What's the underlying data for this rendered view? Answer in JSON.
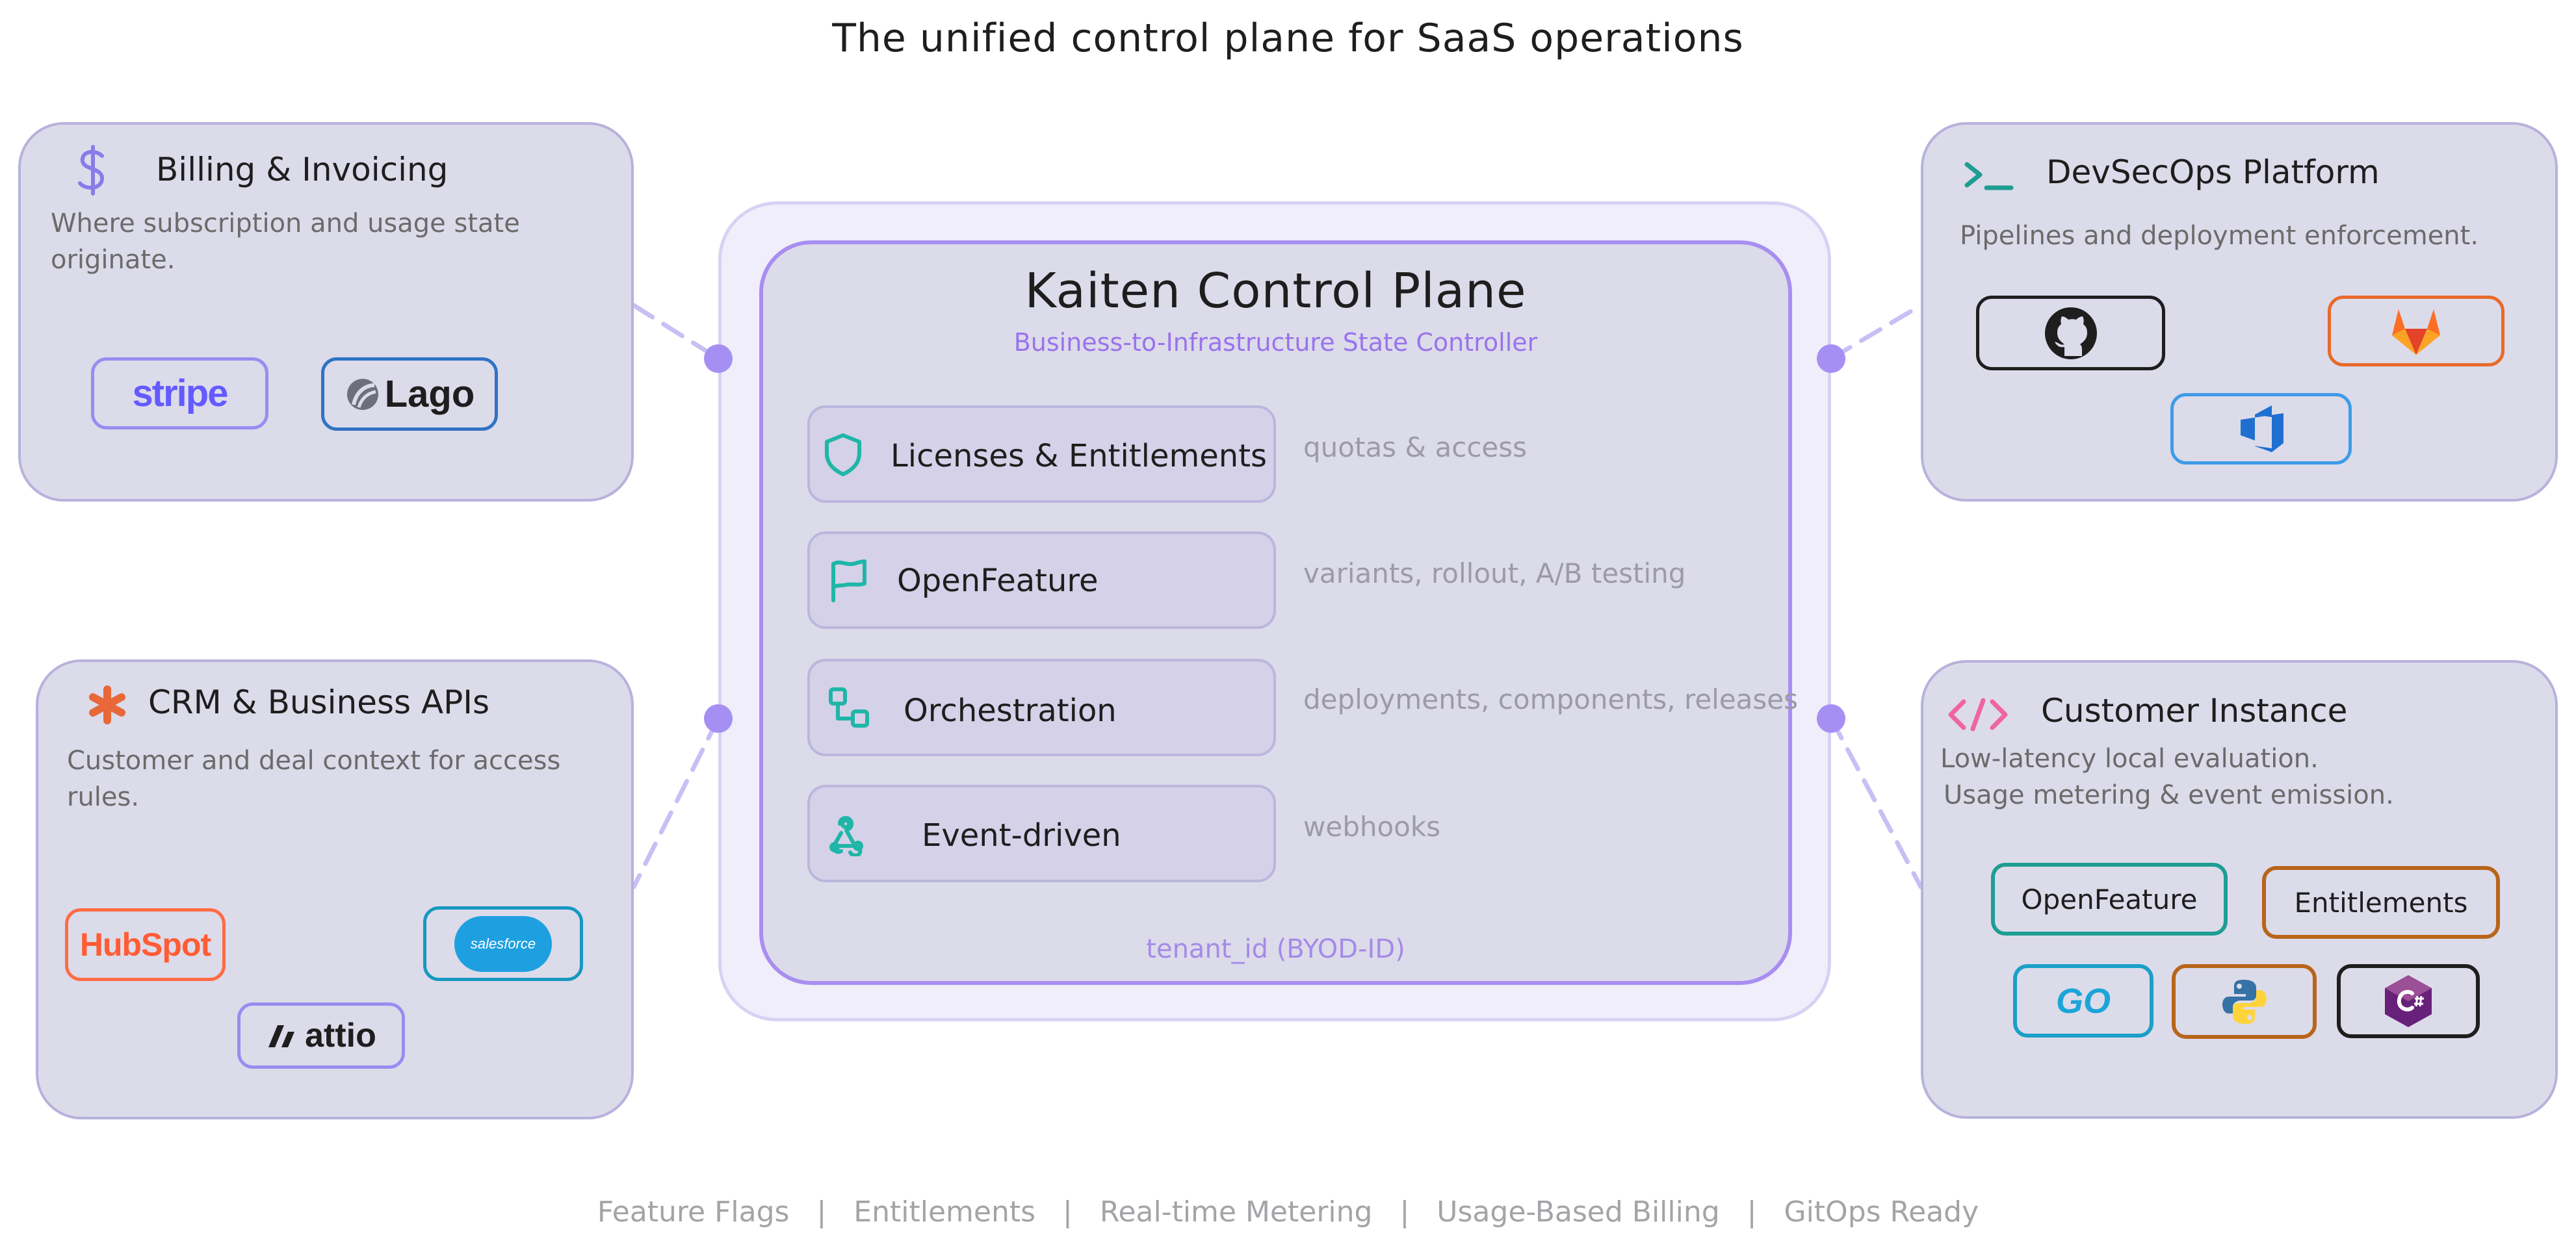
{
  "title": "The unified control plane for SaaS operations",
  "center": {
    "title": "Kaiten Control Plane",
    "subtitle": "Business-to-Infrastructure State Controller",
    "footer": "tenant_id (BYOD-ID)",
    "capabilities": [
      {
        "label": "Licenses & Entitlements",
        "note": "quotas & access",
        "icon": "shield-icon"
      },
      {
        "label": "OpenFeature",
        "note": "variants, rollout, A/B testing",
        "icon": "flag-icon"
      },
      {
        "label": "Orchestration",
        "note": "deployments, components, releases",
        "icon": "workflow-icon"
      },
      {
        "label": "Event-driven",
        "note": "webhooks",
        "icon": "webhook-icon"
      }
    ]
  },
  "billing": {
    "title": "Billing & Invoicing",
    "icon": "dollar-icon",
    "description": "Where subscription and usage state originate.",
    "logos": [
      "stripe",
      "Lago"
    ]
  },
  "crm": {
    "title": "CRM & Business APIs",
    "icon": "asterisk-icon",
    "description": "Customer and deal context for access rules.",
    "logos": [
      "HubSpot",
      "salesforce",
      "attio"
    ]
  },
  "devsecops": {
    "title": "DevSecOps Platform",
    "icon": "terminal-icon",
    "description": "Pipelines and deployment enforcement.",
    "logos": [
      "github-icon",
      "gitlab-icon",
      "azure-devops-icon"
    ]
  },
  "customer": {
    "title": "Customer Instance",
    "icon": "code-icon",
    "description_line1": "Low-latency local evaluation.",
    "description_line2": "Usage metering & event emission.",
    "chips": [
      "OpenFeature",
      "Entitlements"
    ],
    "sdks": [
      "GO",
      "python-icon",
      "csharp-icon"
    ]
  },
  "footer": [
    "Feature Flags",
    "Entitlements",
    "Real-time Metering",
    "Usage-Based Billing",
    "GitOps Ready"
  ],
  "footer_separator": "|",
  "colors": {
    "accent": "#a68ff2",
    "card_bg": "#dcdbea",
    "card_border": "#b7b2dc",
    "teal": "#1e9e93",
    "stripe": "#635bff",
    "hubspot": "#ff5c35",
    "salesforce": "#1798c1",
    "gitlab": "#e2432a",
    "azure": "#1f6fd1"
  }
}
